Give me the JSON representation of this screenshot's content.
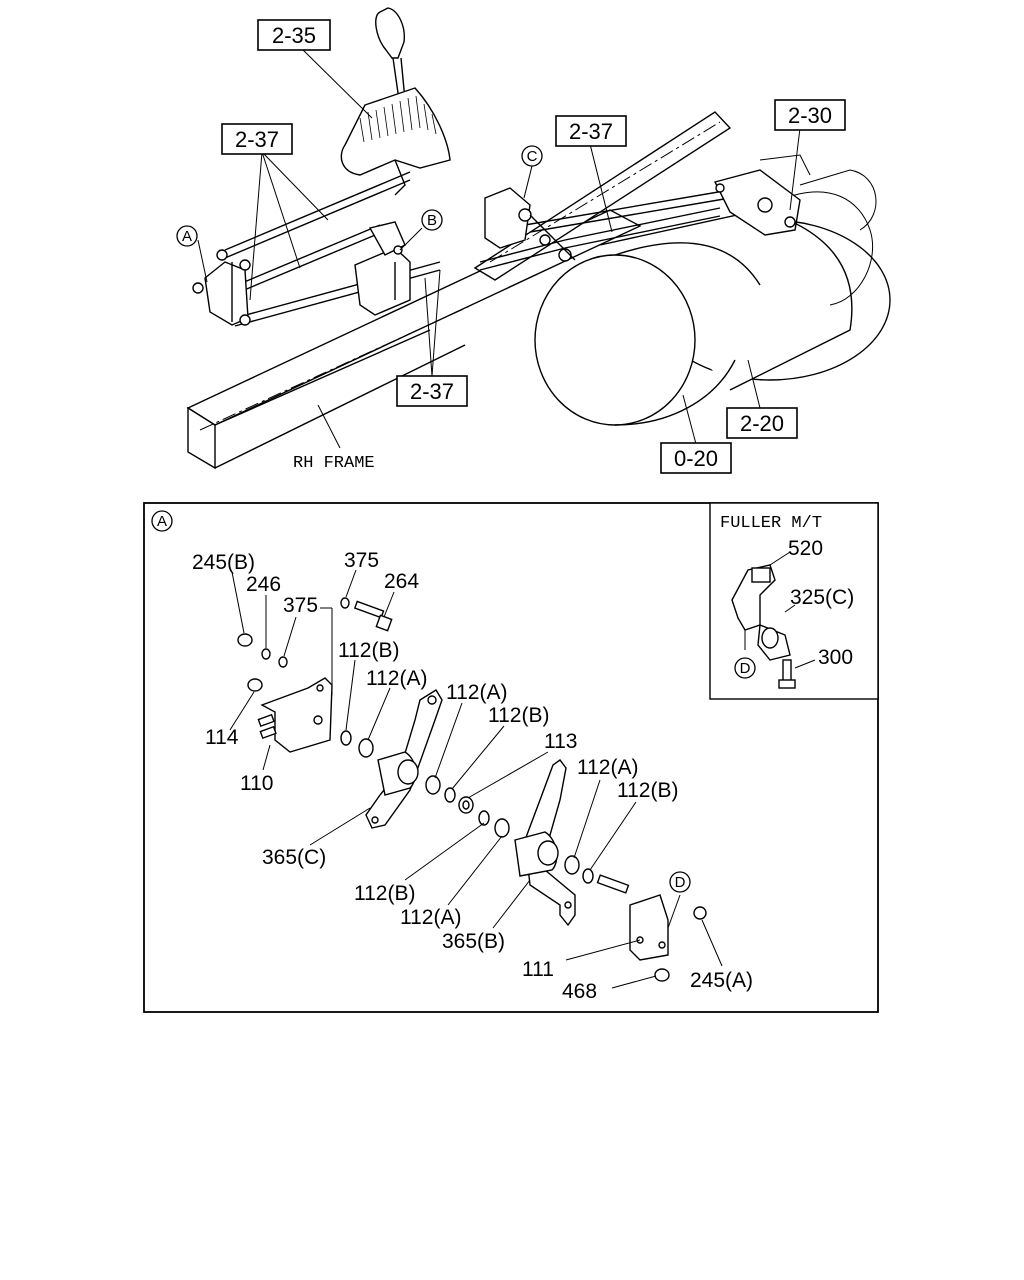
{
  "top_view": {
    "refs": {
      "r235": "2-35",
      "r237_left": "2-37",
      "r237_mid": "2-37",
      "r237_bottom": "2-37",
      "r230": "2-30",
      "r220": "2-20",
      "r020": "0-20"
    },
    "callouts": {
      "a": "A",
      "b": "B",
      "c": "C"
    },
    "frame_label": "RH FRAME"
  },
  "detail_a": {
    "marker": "A",
    "parts": {
      "p245b": "245(B)",
      "p246": "246",
      "p375a": "375",
      "p375b": "375",
      "p264": "264",
      "p112b_1": "112(B)",
      "p112a_1": "112(A)",
      "p112a_2": "112(A)",
      "p112b_2": "112(B)",
      "p113": "113",
      "p114": "114",
      "p110": "110",
      "p365c": "365(C)",
      "p112a_3": "112(A)",
      "p112b_3": "112(B)",
      "p112b_4": "112(B)",
      "p112a_4": "112(A)",
      "p365b": "365(B)",
      "p111": "111",
      "p468": "468",
      "p245a": "245(A)"
    },
    "inset": {
      "title": "FULLER M/T",
      "p520": "520",
      "p325c": "325(C)",
      "p300": "300",
      "marker_d": "D"
    },
    "marker_d": "D"
  }
}
